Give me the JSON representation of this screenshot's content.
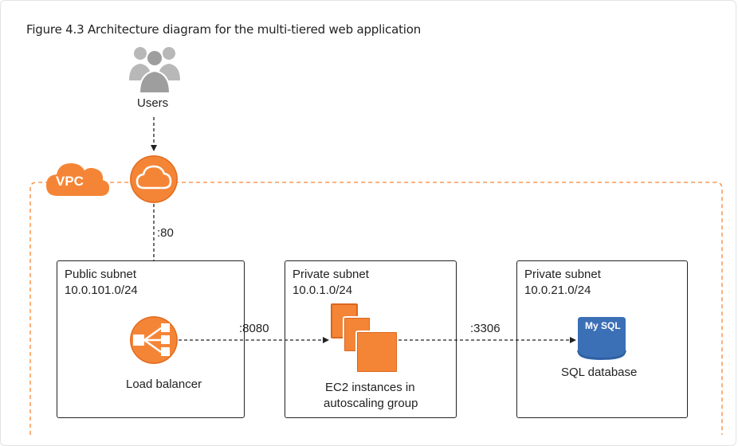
{
  "caption": "Figure 4.3 Architecture diagram for the multi-tiered web application",
  "users": {
    "label": "Users"
  },
  "vpc": {
    "label": "VPC"
  },
  "ports": {
    "http": ":80",
    "app": ":8080",
    "db": ":3306"
  },
  "subnets": [
    {
      "name": "Public subnet",
      "cidr": "10.0.101.0/24",
      "component": "Load balancer"
    },
    {
      "name": "Private subnet",
      "cidr": "10.0.1.0/24",
      "component_line1": "EC2 instances in",
      "component_line2": "autoscaling group"
    },
    {
      "name": "Private subnet",
      "cidr": "10.0.21.0/24",
      "component": "SQL database",
      "badge": "My SQL"
    }
  ],
  "colors": {
    "aws_orange": "#f58536",
    "orange_dark": "#d9661f",
    "db_blue": "#3b6fb6",
    "users_gray": "#b8b8b8"
  }
}
